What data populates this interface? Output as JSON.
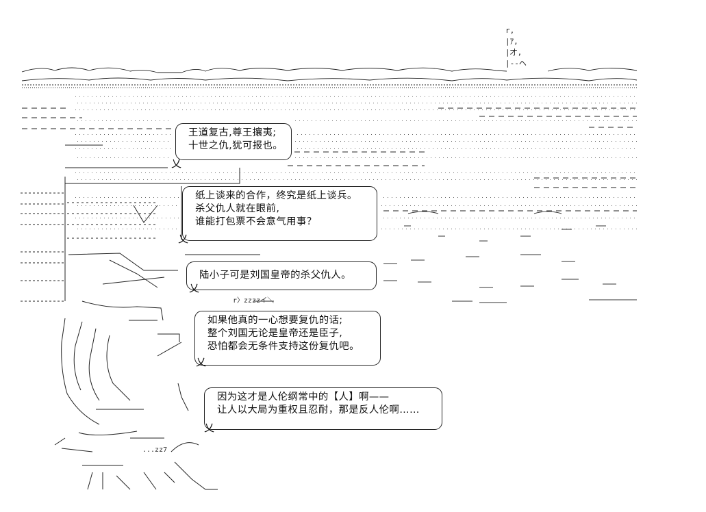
{
  "bubbles": [
    {
      "lines": [
        "王道复古,尊王攘夷;",
        "十世之仇,犹可报也。"
      ]
    },
    {
      "lines": [
        "纸上谈来的合作，终究是纸上谈兵。",
        "杀父仇人就在眼前,",
        "谁能打包票不会意气用事？"
      ]
    },
    {
      "lines": [
        "陆小子可是刘国皇帝的杀父仇人。"
      ]
    },
    {
      "lines": [
        "如果他真的一心想要复仇的话;",
        "整个刘国无论是皇帝还是臣子,",
        "恐怕都会无条件支持这份复仇吧。"
      ]
    },
    {
      "lines": [
        "因为这才是人伦纲常中的【人】啊——",
        "让人以大局为重权且忍耐，那是反人伦啊……"
      ]
    }
  ],
  "bubble_tail_glyph": "乂",
  "art_text": {
    "mast_glyphs": [
      "r,",
      "|ｱ,",
      "|才,",
      "|--ヘ"
    ],
    "lantern_text": "r〉zzzzイ＼",
    "zzz_text": "...zz7"
  }
}
